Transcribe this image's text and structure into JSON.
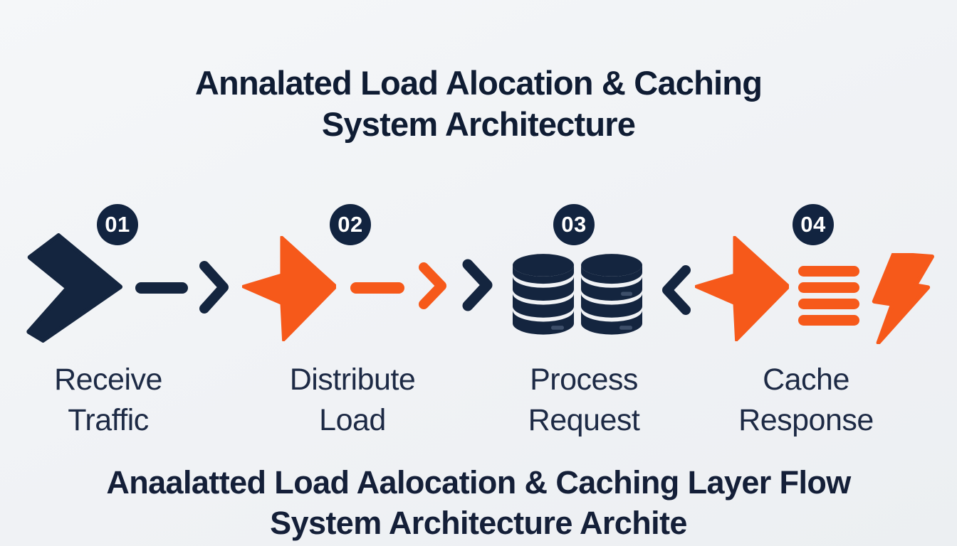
{
  "title": {
    "line1": "Annalated Load Alocation & Caching",
    "line2": "System Architecture"
  },
  "steps": [
    {
      "number": "01",
      "label": [
        "Receive",
        "Traffic"
      ],
      "icon": "chevron-arrow-icon"
    },
    {
      "number": "02",
      "label": [
        "Distribute",
        "Load"
      ],
      "icon": "send-arrow-icon"
    },
    {
      "number": "03",
      "label": [
        "Process",
        "Request"
      ],
      "icon": "database-stack-icon"
    },
    {
      "number": "04",
      "label": [
        "Cache",
        "Response"
      ],
      "icon": "send-arrow-icon cache-layers-icon lightning-bolt-icon"
    }
  ],
  "connectors": [
    {
      "from": "01",
      "to": "02",
      "style": "dash-chevron",
      "color": "navy"
    },
    {
      "from": "02",
      "to": "03",
      "style": "dash-double-chevron",
      "color": "orange-navy"
    },
    {
      "from": "04",
      "to": "03",
      "style": "chevron-left",
      "color": "navy"
    }
  ],
  "caption": {
    "line1": "Anaalatted Load Aalocation & Caching Layer Flow",
    "line2": "System Architecture Archite"
  },
  "colors": {
    "navy": "#14253f",
    "orange": "#f6591a",
    "background": "#f0f2f5",
    "badge_fill": "#122440",
    "badge_text": "#ffffff"
  }
}
